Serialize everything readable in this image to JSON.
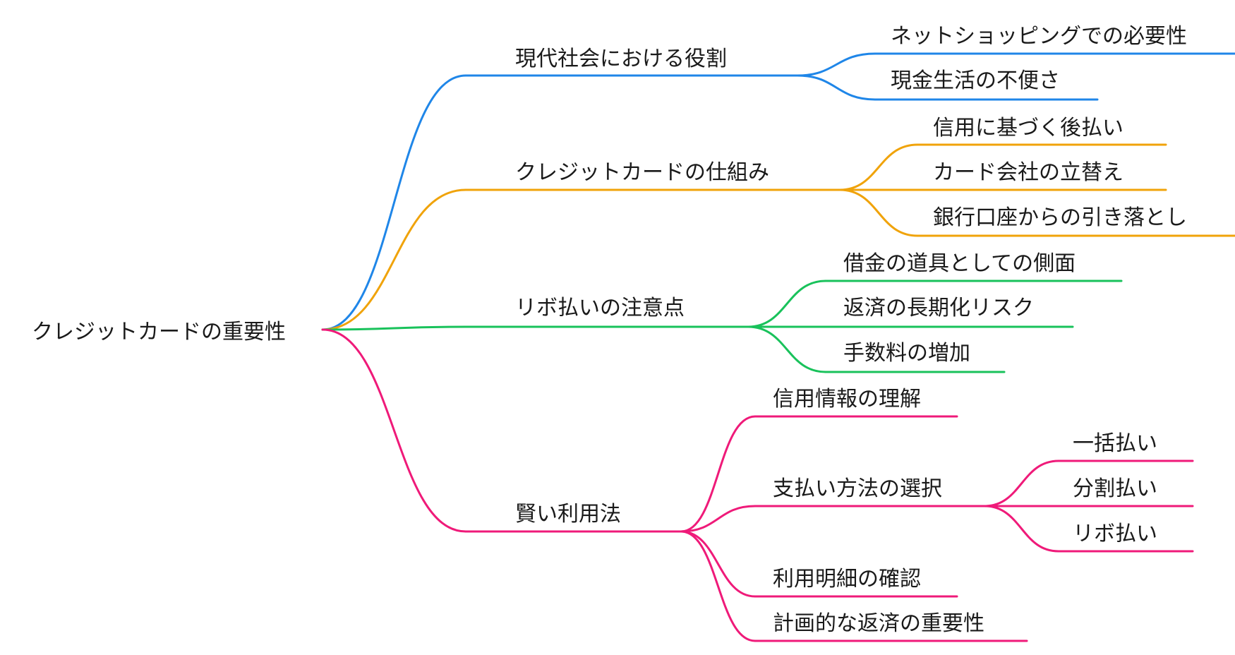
{
  "root": {
    "label": "クレジットカードの重要性"
  },
  "colors": {
    "blue": "#1f86e8",
    "orange": "#f0a30a",
    "green": "#19c25b",
    "pink": "#ef1a79"
  },
  "branches": [
    {
      "label": "現代社会における役割",
      "color": "#1f86e8",
      "children": [
        {
          "label": "ネットショッピングでの必要性",
          "children": []
        },
        {
          "label": "現金生活の不便さ",
          "children": []
        }
      ]
    },
    {
      "label": "クレジットカードの仕組み",
      "color": "#f0a30a",
      "children": [
        {
          "label": "信用に基づく後払い",
          "children": []
        },
        {
          "label": "カード会社の立替え",
          "children": []
        },
        {
          "label": "銀行口座からの引き落とし",
          "children": []
        }
      ]
    },
    {
      "label": "リボ払いの注意点",
      "color": "#19c25b",
      "children": [
        {
          "label": "借金の道具としての側面",
          "children": []
        },
        {
          "label": "返済の長期化リスク",
          "children": []
        },
        {
          "label": "手数料の増加",
          "children": []
        }
      ]
    },
    {
      "label": "賢い利用法",
      "color": "#ef1a79",
      "children": [
        {
          "label": "信用情報の理解",
          "children": []
        },
        {
          "label": "支払い方法の選択",
          "children": [
            {
              "label": "一括払い"
            },
            {
              "label": "分割払い"
            },
            {
              "label": "リボ払い"
            }
          ]
        },
        {
          "label": "利用明細の確認",
          "children": []
        },
        {
          "label": "計画的な返済の重要性",
          "children": []
        }
      ]
    }
  ]
}
